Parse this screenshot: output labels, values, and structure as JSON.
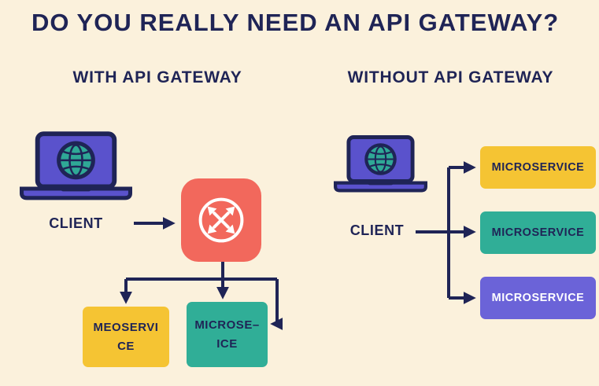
{
  "title": "DO YOU REALLY NEED AN API GATEWAY?",
  "colors": {
    "background": "#FBF1DC",
    "navy": "#1F2456",
    "gateway_red": "#F2685C",
    "service_yellow": "#F5C433",
    "service_teal": "#30AE97",
    "service_purple": "#6B63D8",
    "laptop_purple": "#5A52CC",
    "globe_teal": "#2FA896"
  },
  "with_gateway": {
    "heading": "WITH API GATEWAY",
    "client_label": "CLIENT",
    "gateway_icon": "crossed-arrows-icon",
    "client_icon": "laptop-globe-icon",
    "services": [
      {
        "label": "MEOSERVICE",
        "line1": "MEOSERVI",
        "line2": "CE",
        "color": "#F5C433"
      },
      {
        "label": "MICROSE–ICE",
        "line1": "MICROSE–",
        "line2": "ICE",
        "color": "#30AE97"
      }
    ]
  },
  "without_gateway": {
    "heading": "WITHOUT API GATEWAY",
    "client_label": "CLIENT",
    "client_icon": "laptop-globe-icon",
    "services": [
      {
        "label": "MICROSERVICE",
        "color": "#F5C433",
        "text_color": "#1F2456"
      },
      {
        "label": "MICROSERVICE",
        "color": "#30AE97",
        "text_color": "#1F2456"
      },
      {
        "label": "MICROSERVICE",
        "color": "#6B63D8",
        "text_color": "#FFFFFF"
      }
    ]
  }
}
